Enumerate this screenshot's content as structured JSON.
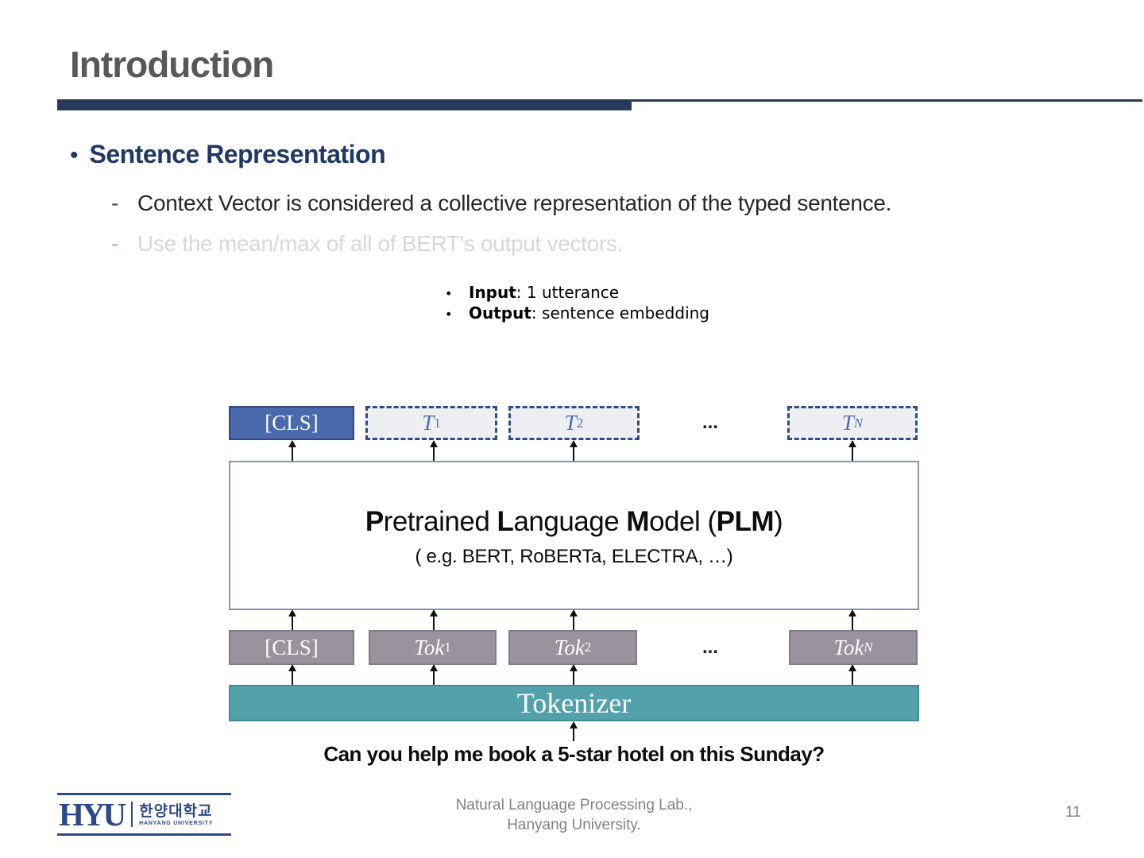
{
  "slide": {
    "title": "Introduction",
    "page_number": "11"
  },
  "bullets": {
    "heading_dot": "•",
    "heading": "Sentence Representation",
    "sub1_dash": "-",
    "sub1_text": "Context Vector is considered a collective representation of the typed sentence.",
    "sub2_dash": "-",
    "sub2_text": "Use the mean/max of all of BERT's output vectors."
  },
  "io": {
    "bullet": "•",
    "input_label": "Input",
    "input_rest": ": 1 utterance",
    "output_label": "Output",
    "output_rest": ": sentence embedding"
  },
  "diagram": {
    "output_row": {
      "cls": "[CLS]",
      "t_base": "T",
      "t1_sub": "1",
      "t2_sub": "2",
      "tn_sub": "N",
      "ellipsis": "..."
    },
    "plm": {
      "seg1_bold": "P",
      "seg2": "retrained ",
      "seg3_bold": "L",
      "seg4": "anguage ",
      "seg5_bold": "M",
      "seg6": "odel (",
      "seg7_bold": "PLM",
      "seg8": ")",
      "subtitle": "( e.g. BERT, RoBERTa, ELECTRA, …)"
    },
    "input_row": {
      "cls": "[CLS]",
      "tok_base": "Tok",
      "tok1_sub": "1",
      "tok2_sub": "2",
      "tokn_sub": "N",
      "ellipsis": "..."
    },
    "tokenizer_label": "Tokenizer",
    "input_sentence": "Can you help me book a 5-star hotel on this Sunday?"
  },
  "footer": {
    "lab_line1": "Natural Language Processing Lab.,",
    "lab_line2": "Hanyang University.",
    "logo_acronym": "HYU",
    "logo_korean": "한양대학교",
    "logo_english": "HANYANG UNIVERSITY"
  },
  "colors": {
    "accent_navy": "#263a5c",
    "heading_navy": "#1f3864",
    "title_gray": "#58585a",
    "cls_blue": "#4a6aad",
    "token_mauve": "#99929f",
    "tokenizer_teal": "#53a1aa",
    "faded_text": "#d7d7da",
    "footer_gray": "#828282"
  }
}
